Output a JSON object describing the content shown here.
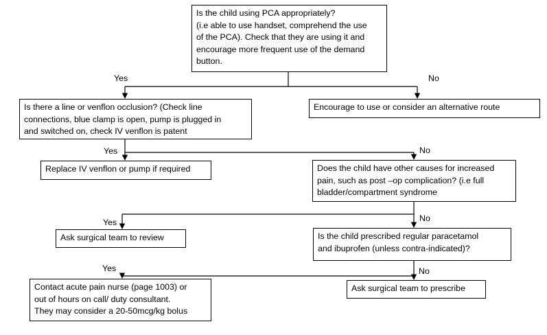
{
  "nodes": {
    "q_pca": [
      "Is the child using PCA appropriately?",
      "(i.e able to use handset, comprehend the use",
      "of the PCA). Check that they are using it and",
      "encourage more frequent use of the demand",
      "button."
    ],
    "encourage": [
      "Encourage to use or consider an alternative route"
    ],
    "q_occlusion": [
      "Is there a line or venflon occlusion? (Check line",
      "connections, blue clamp is open, pump is plugged in",
      "and switched on, check IV venflon is patent"
    ],
    "replace": [
      "Replace IV venflon or pump if required"
    ],
    "q_other_causes": [
      "Does the child have other causes for increased",
      "pain, such as post –op complication? (i.e full",
      "bladder/compartment syndrome"
    ],
    "surgical_review": [
      "Ask surgical team to review"
    ],
    "q_prescribed": [
      "Is the child prescribed regular paracetamol",
      "and ibuprofen (unless contra-indicated)?"
    ],
    "contact_pain": [
      "Contact acute pain nurse (page 1003) or",
      "out of hours on call/ duty consultant.",
      "They may consider a 20-50mcg/kg bolus"
    ],
    "surgical_prescribe": [
      "Ask surgical team to prescribe"
    ]
  },
  "edge_labels": {
    "yes": "Yes",
    "no": "No"
  }
}
